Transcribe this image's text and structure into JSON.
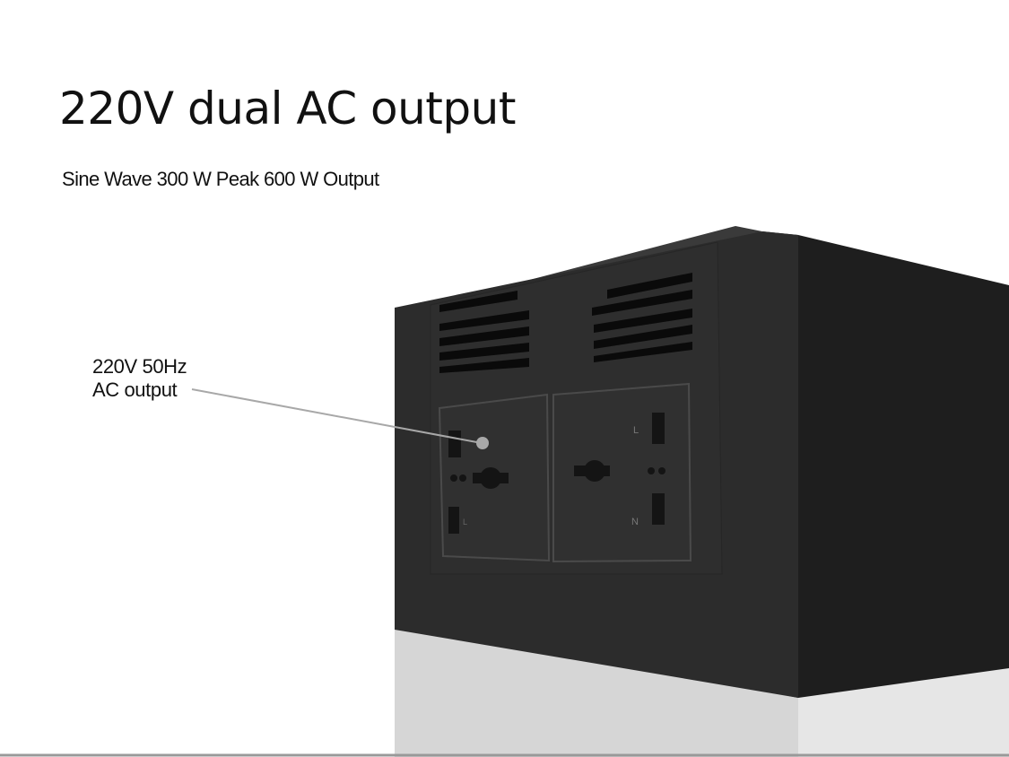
{
  "title": "220V dual AC output",
  "subtitle": "Sine Wave 300 W Peak 600 W Output",
  "callout": {
    "line1": "220V 50Hz",
    "line2": "AC output"
  },
  "outlet_labels": {
    "right_top": "L",
    "right_bottom": "N",
    "left_bottom": "L"
  },
  "colors": {
    "body_front": "#2b2b2b",
    "body_side": "#1f1f1f",
    "base": "#d4d4d4",
    "callout_line": "#a8a8a8"
  }
}
